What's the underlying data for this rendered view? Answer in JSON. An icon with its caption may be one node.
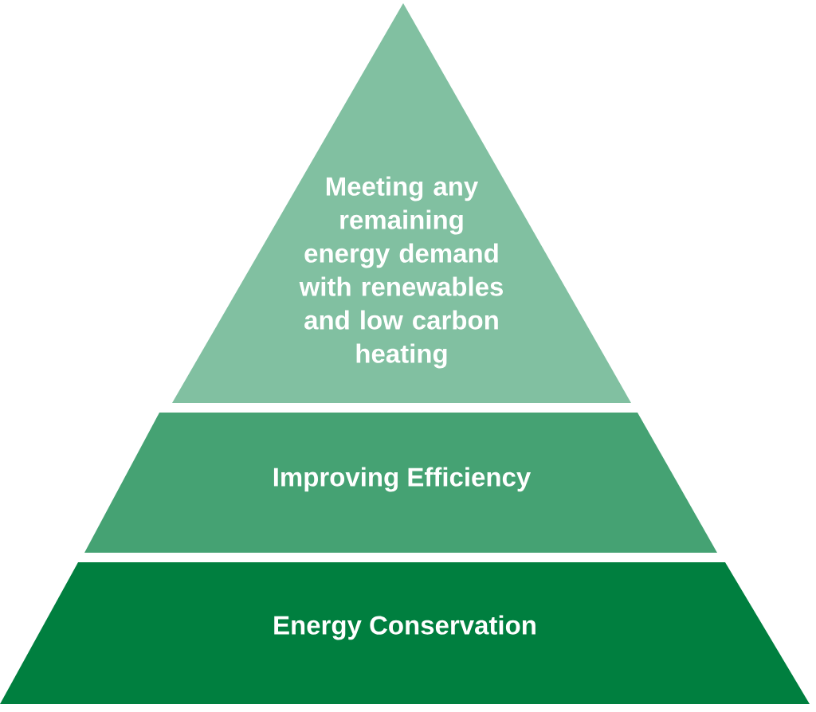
{
  "diagram": {
    "nodes": [
      {
        "text": [
          "Meeting any remaining energy demand with renewables and low carbon heating"
        ]
      },
      {
        "text": [
          "Improving Efficiency"
        ]
      },
      {
        "text": [
          "Energy Conservation"
        ]
      }
    ]
  }
}
